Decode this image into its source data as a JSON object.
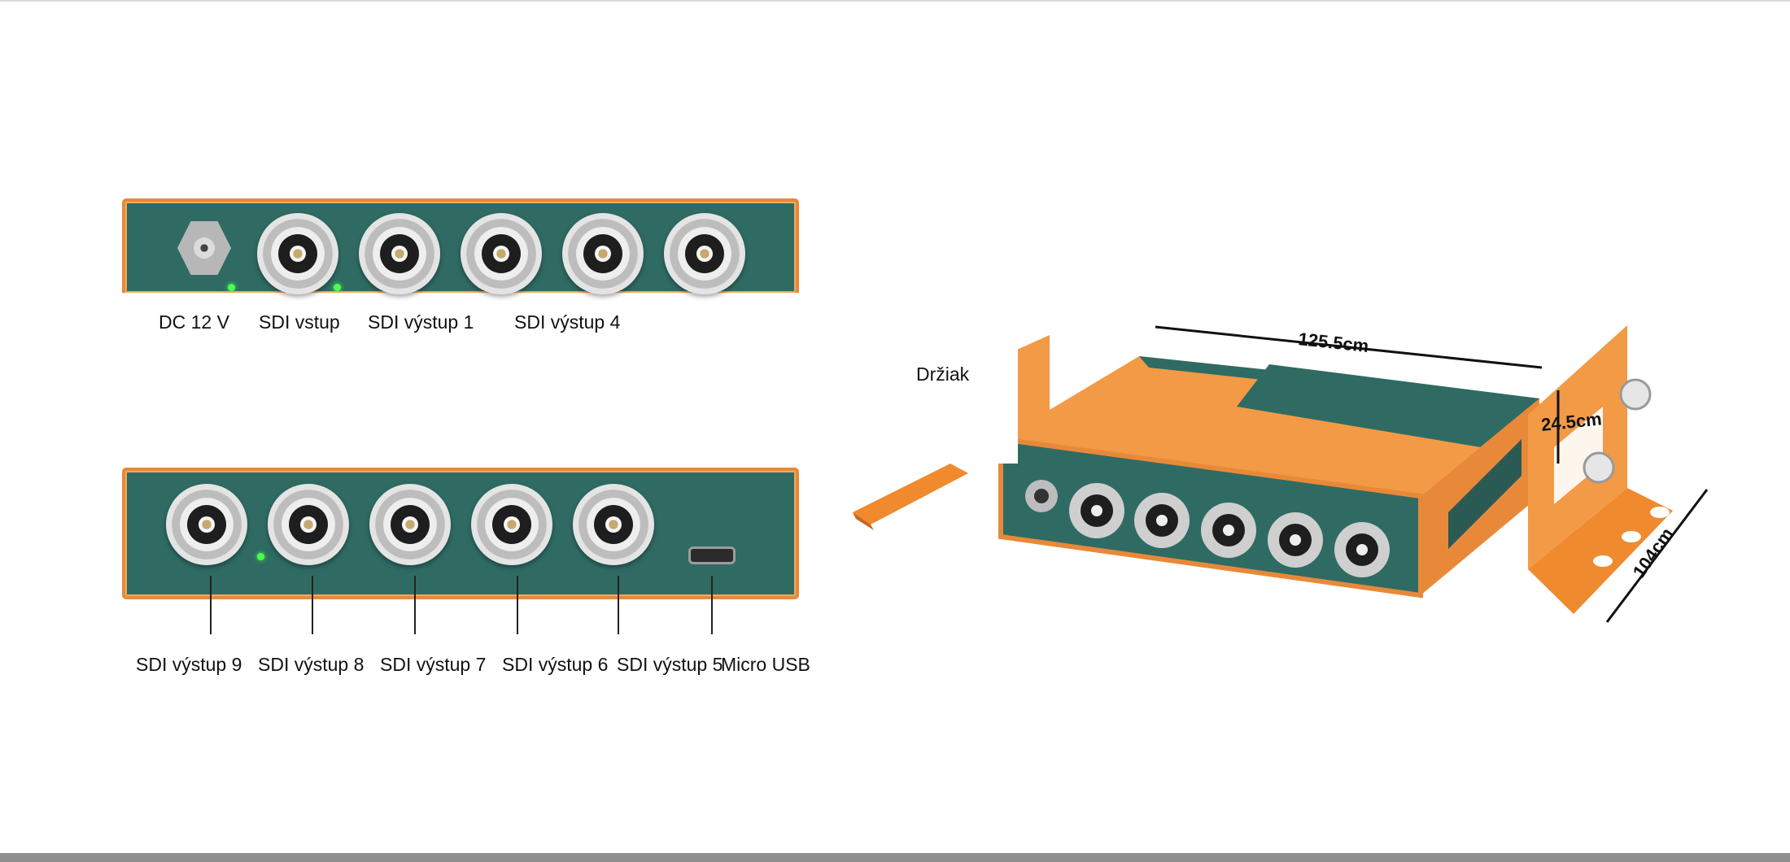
{
  "top_panel": {
    "labels": {
      "dc": "DC 12 V",
      "sdi_in": "SDI vstup",
      "sdi_out_1": "SDI výstup 1",
      "sdi_out_4": "SDI výstup 4"
    }
  },
  "bottom_panel": {
    "labels": {
      "sdi_out_9": "SDI výstup 9",
      "sdi_out_8": "SDI výstup 8",
      "sdi_out_7": "SDI výstup 7",
      "sdi_out_6": "SDI výstup 6",
      "sdi_out_5": "SDI výstup 5",
      "micro_usb": "Micro USB"
    }
  },
  "product": {
    "bracket_label": "Držiak",
    "length": "125.5cm",
    "height": "24.5cm",
    "depth": "104cm"
  },
  "colors": {
    "panel": "#2f6b63",
    "chassis_orange": "#e8893a",
    "led": "#4cff4c"
  }
}
